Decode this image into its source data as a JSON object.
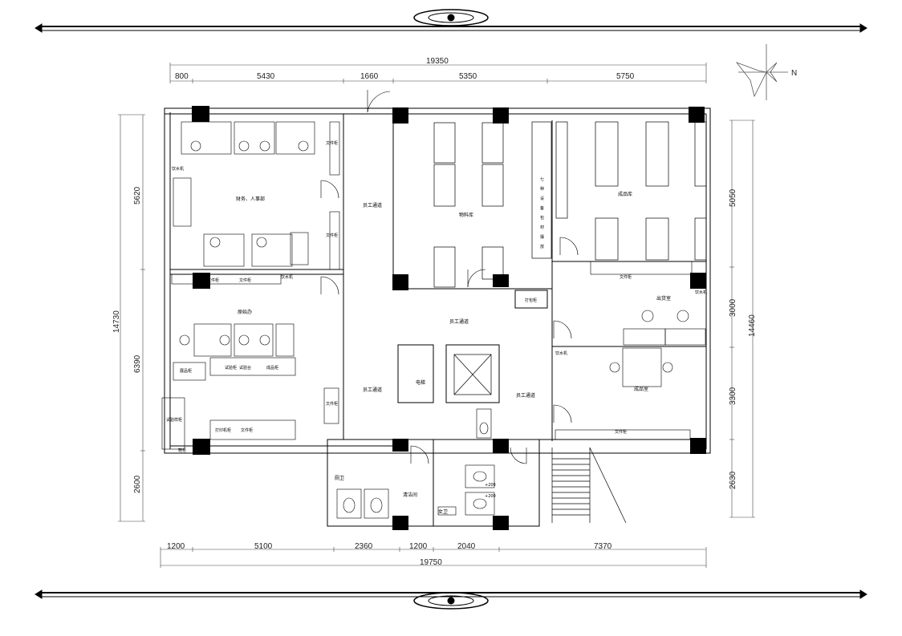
{
  "dimensions": {
    "top_total": "19350",
    "top": [
      "800",
      "5430",
      "1660",
      "5350",
      "5750"
    ],
    "bottom_total": "19750",
    "bottom": [
      "1200",
      "5100",
      "2360",
      "1200",
      "2040",
      "7370"
    ],
    "left_total": "14730",
    "left": [
      "5620",
      "6390",
      "2600"
    ],
    "right_total": "14460",
    "right": [
      "5050",
      "3000",
      "3300",
      "2630"
    ]
  },
  "compass": {
    "label": "N"
  },
  "rooms": {
    "finance_hr": "财务、人事部",
    "original_office": "原始办",
    "material_warehouse": "物料库",
    "packing_area": [
      "七",
      "种",
      "设",
      "备",
      "包",
      "材",
      "摆",
      "放"
    ],
    "finished_goods_store": "成品库",
    "shipping_office": "出货室",
    "finished_goods_room": "成品室",
    "corridor_1": "员工通道",
    "corridor_2": "员工通道",
    "corridor_3": "员工通道",
    "corridor_4": "员工通道",
    "elevator": "电梯",
    "cleaning_room": "清洁间",
    "restroom": "厕卫",
    "restroom_2": "女卫"
  },
  "labels": {
    "file_cabinet_1": "文件柜",
    "file_cabinet_2": "文件柜",
    "file_cabinet_3": "文件柜",
    "file_cabinet_4": "文件柜",
    "file_cabinet_5": "文件柜",
    "file_cabinet_6": "文件柜",
    "file_cabinet_7": "文件柜",
    "file_cabinet_8": "文件柜",
    "water_dispenser_1": "饮水机",
    "water_dispenser_2": "饮水机",
    "water_dispenser_3": "饮水机",
    "water_dispenser_4": "饮水机",
    "sample_cabinet_1": "展品柜",
    "sample_cabinet_2": "试验台",
    "sample_cabinet_3": "试验样柜",
    "sample_cabinet_4": "打包柜",
    "sample_cabinet_5": "打印机柜",
    "sample_cabinet_6": "试验柜",
    "sample_cabinet_7": "成品柜",
    "shoe_cabinet": "鞋柜"
  },
  "offsets": {
    "a": "+200",
    "b": "+200"
  }
}
